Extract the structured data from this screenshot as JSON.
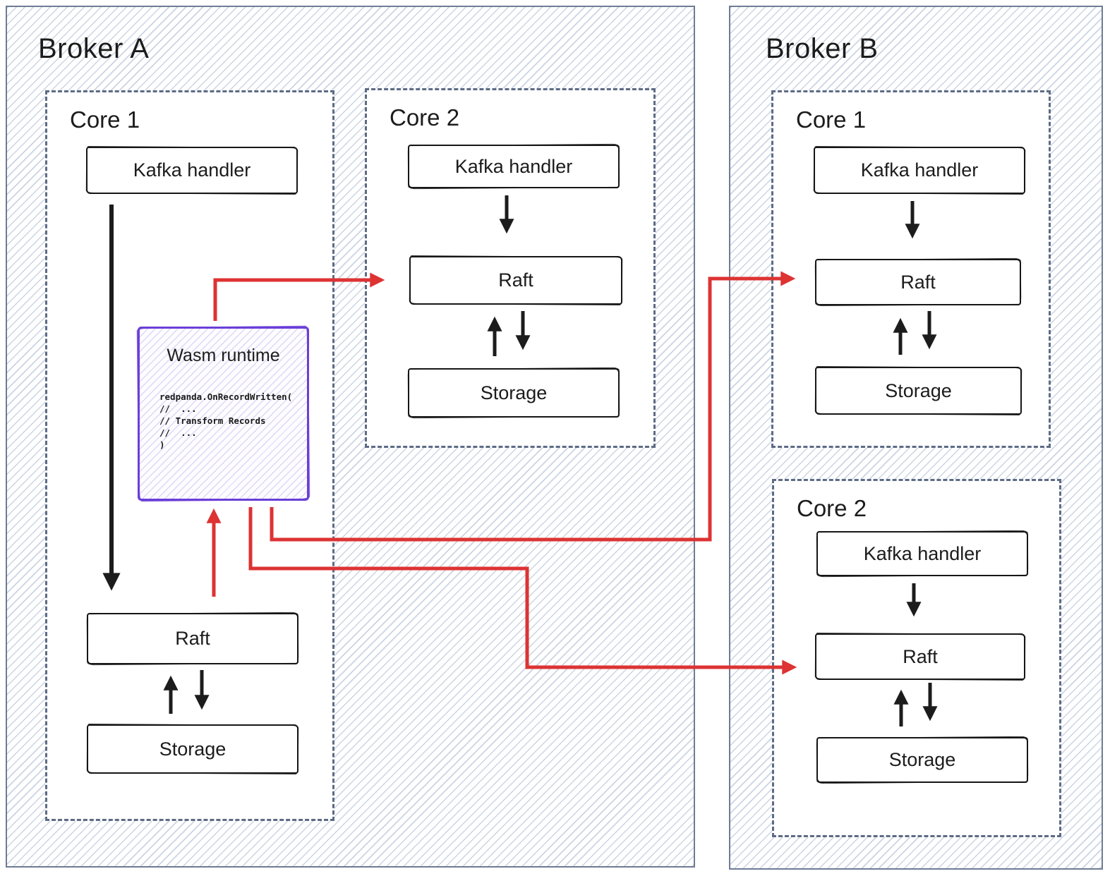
{
  "diagram": {
    "brokers": [
      {
        "title": "Broker A"
      },
      {
        "title": "Broker B"
      }
    ],
    "core_labels": {
      "core1": "Core 1",
      "core2": "Core 2"
    },
    "components": {
      "kafka": "Kafka handler",
      "raft": "Raft",
      "storage": "Storage"
    },
    "wasm": {
      "title": "Wasm runtime",
      "code": [
        "redpanda.OnRecordWritten(",
        "//  ...",
        "// Transform Records",
        "//  ...",
        ")"
      ]
    },
    "colors": {
      "arrow_red": "#dd3333",
      "arrow_black": "#1c1c1c",
      "wasm_purple": "#6a3fd8",
      "hatch_line": "#c7d0de",
      "dashed_border": "#5d6b85",
      "broker_border": "#6e7c94",
      "box_border": "#161616"
    }
  }
}
